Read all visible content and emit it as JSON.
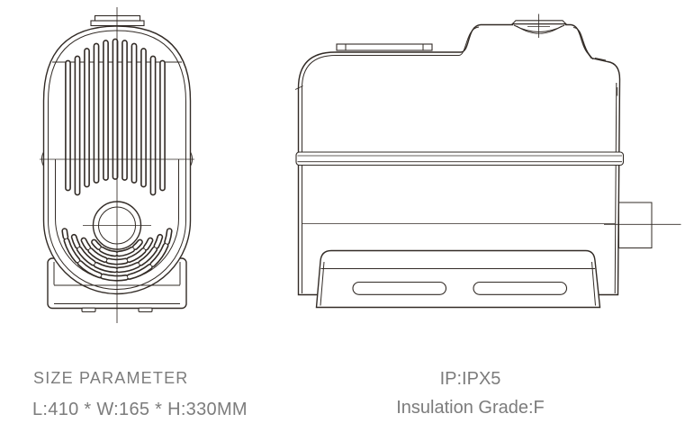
{
  "colors": {
    "line": "#322b26",
    "text": "#7c7c7c",
    "background": "#ffffff"
  },
  "specs": {
    "size": {
      "label": "SIZE PARAMETER",
      "value": "L:410 * W:165 * H:330MM"
    },
    "rating": {
      "ip": "IP:IPX5",
      "insulation": "Insulation Grade:F"
    }
  }
}
